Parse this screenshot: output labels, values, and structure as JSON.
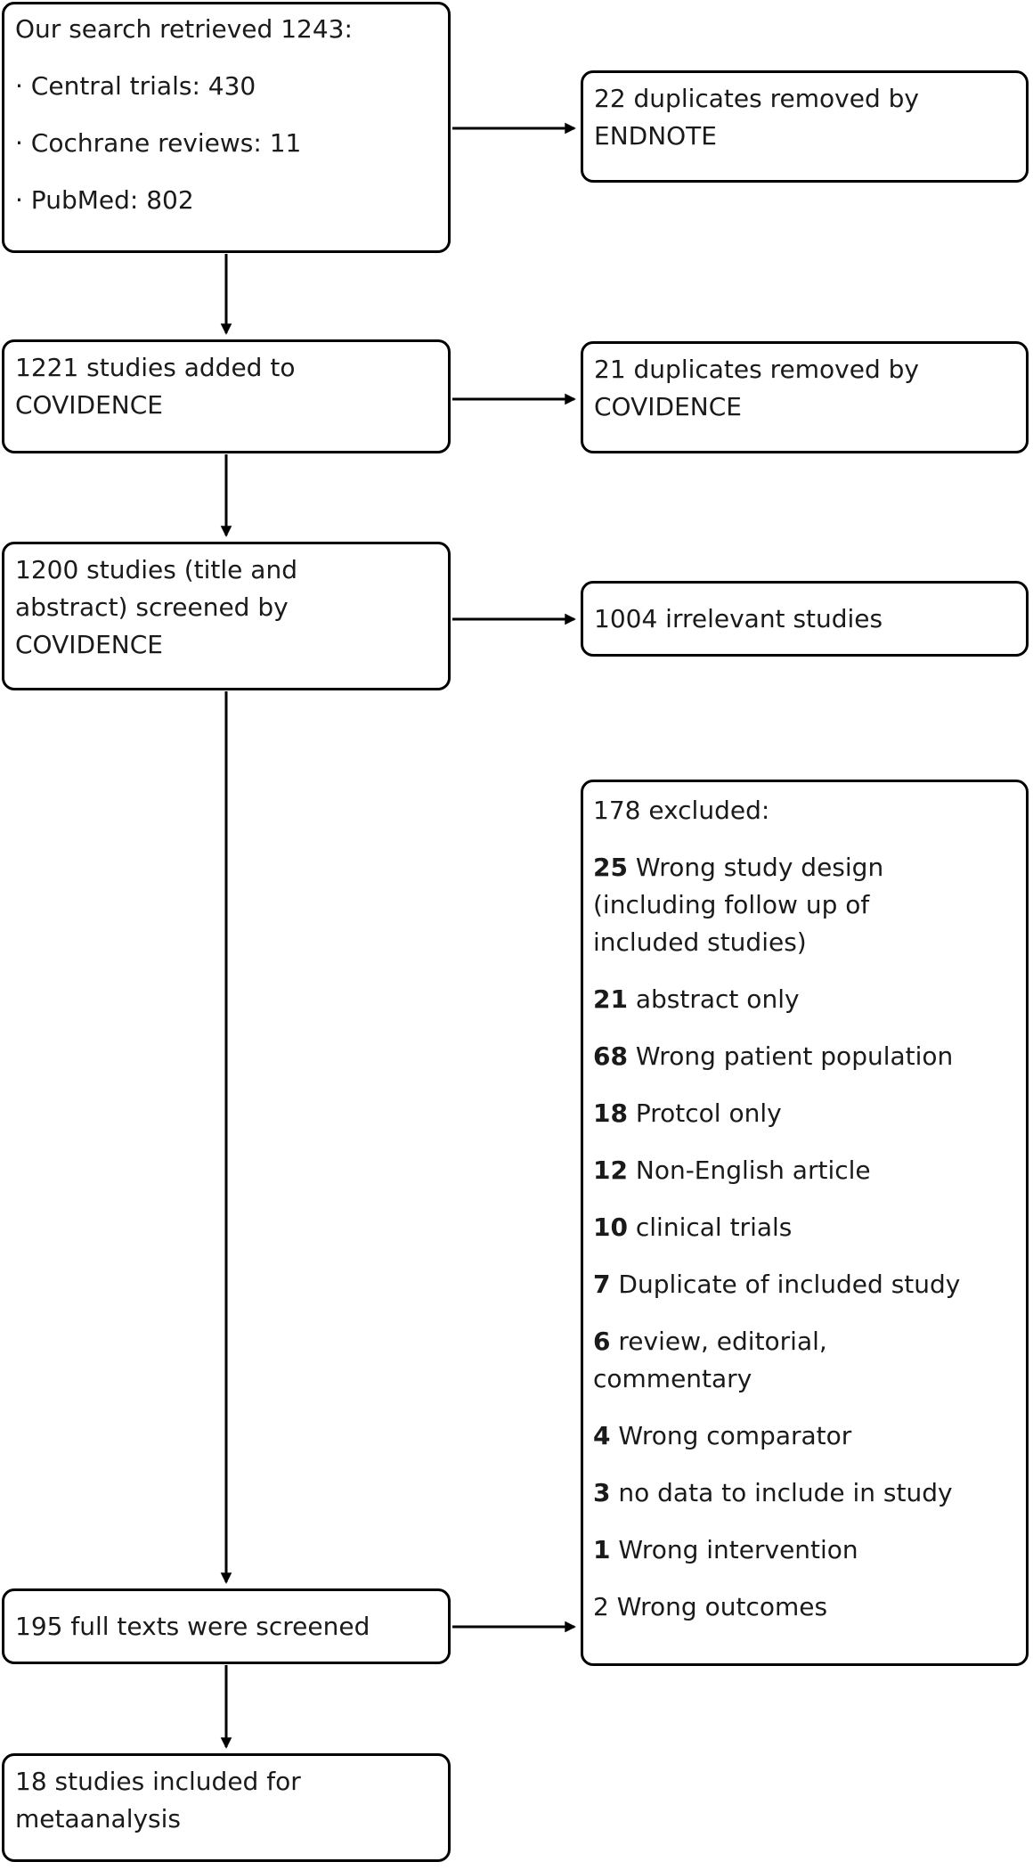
{
  "figure": {
    "type": "prisma-flow-diagram"
  },
  "colors": {
    "border": "#000000",
    "arrow": "#000000",
    "text": "#1a1a1a",
    "background": "#ffffff"
  },
  "boxes": {
    "search": {
      "title": "Our search retrieved 1243:",
      "bullets": [
        "· Central trials: 430",
        "· Cochrane reviews: 11",
        "· PubMed: 802"
      ]
    },
    "dup_endnote": {
      "lines": [
        "22 duplicates removed by",
        "ENDNOTE"
      ]
    },
    "added": {
      "lines": [
        "1221 studies added to",
        "COVIDENCE"
      ]
    },
    "dup_covidence": {
      "lines": [
        "21 duplicates removed by",
        "COVIDENCE"
      ]
    },
    "screened": {
      "lines": [
        "1200 studies (title and",
        "abstract) screened by",
        "COVIDENCE"
      ]
    },
    "irrelevant": {
      "lines": [
        "1004 irrelevant studies"
      ]
    },
    "excluded": {
      "header": "178 excluded:",
      "items": [
        {
          "num": "25",
          "bold": true,
          "lines": [
            "Wrong study design",
            "(including follow up of",
            "included studies)"
          ]
        },
        {
          "num": "21",
          "bold": true,
          "lines": [
            "abstract only"
          ]
        },
        {
          "num": "68",
          "bold": true,
          "lines": [
            "Wrong patient population"
          ]
        },
        {
          "num": "18",
          "bold": true,
          "lines": [
            "Protcol only"
          ]
        },
        {
          "num": "12",
          "bold": true,
          "lines": [
            "Non-English article"
          ]
        },
        {
          "num": "10",
          "bold": true,
          "lines": [
            "clinical trials"
          ]
        },
        {
          "num": "7",
          "bold": true,
          "lines": [
            "Duplicate of included study"
          ]
        },
        {
          "num": "6",
          "bold": true,
          "lines": [
            "review, editorial,",
            "commentary"
          ]
        },
        {
          "num": "4",
          "bold": true,
          "lines": [
            "Wrong comparator"
          ]
        },
        {
          "num": "3",
          "bold": true,
          "lines": [
            "no data to include in study"
          ]
        },
        {
          "num": "1",
          "bold": true,
          "lines": [
            "Wrong intervention"
          ]
        },
        {
          "num": "2",
          "bold": false,
          "lines": [
            "Wrong outcomes"
          ]
        }
      ]
    },
    "fulltext": {
      "lines": [
        "195 full texts were screened"
      ]
    },
    "included": {
      "lines": [
        "18 studies included for",
        "metaanalysis"
      ]
    }
  }
}
